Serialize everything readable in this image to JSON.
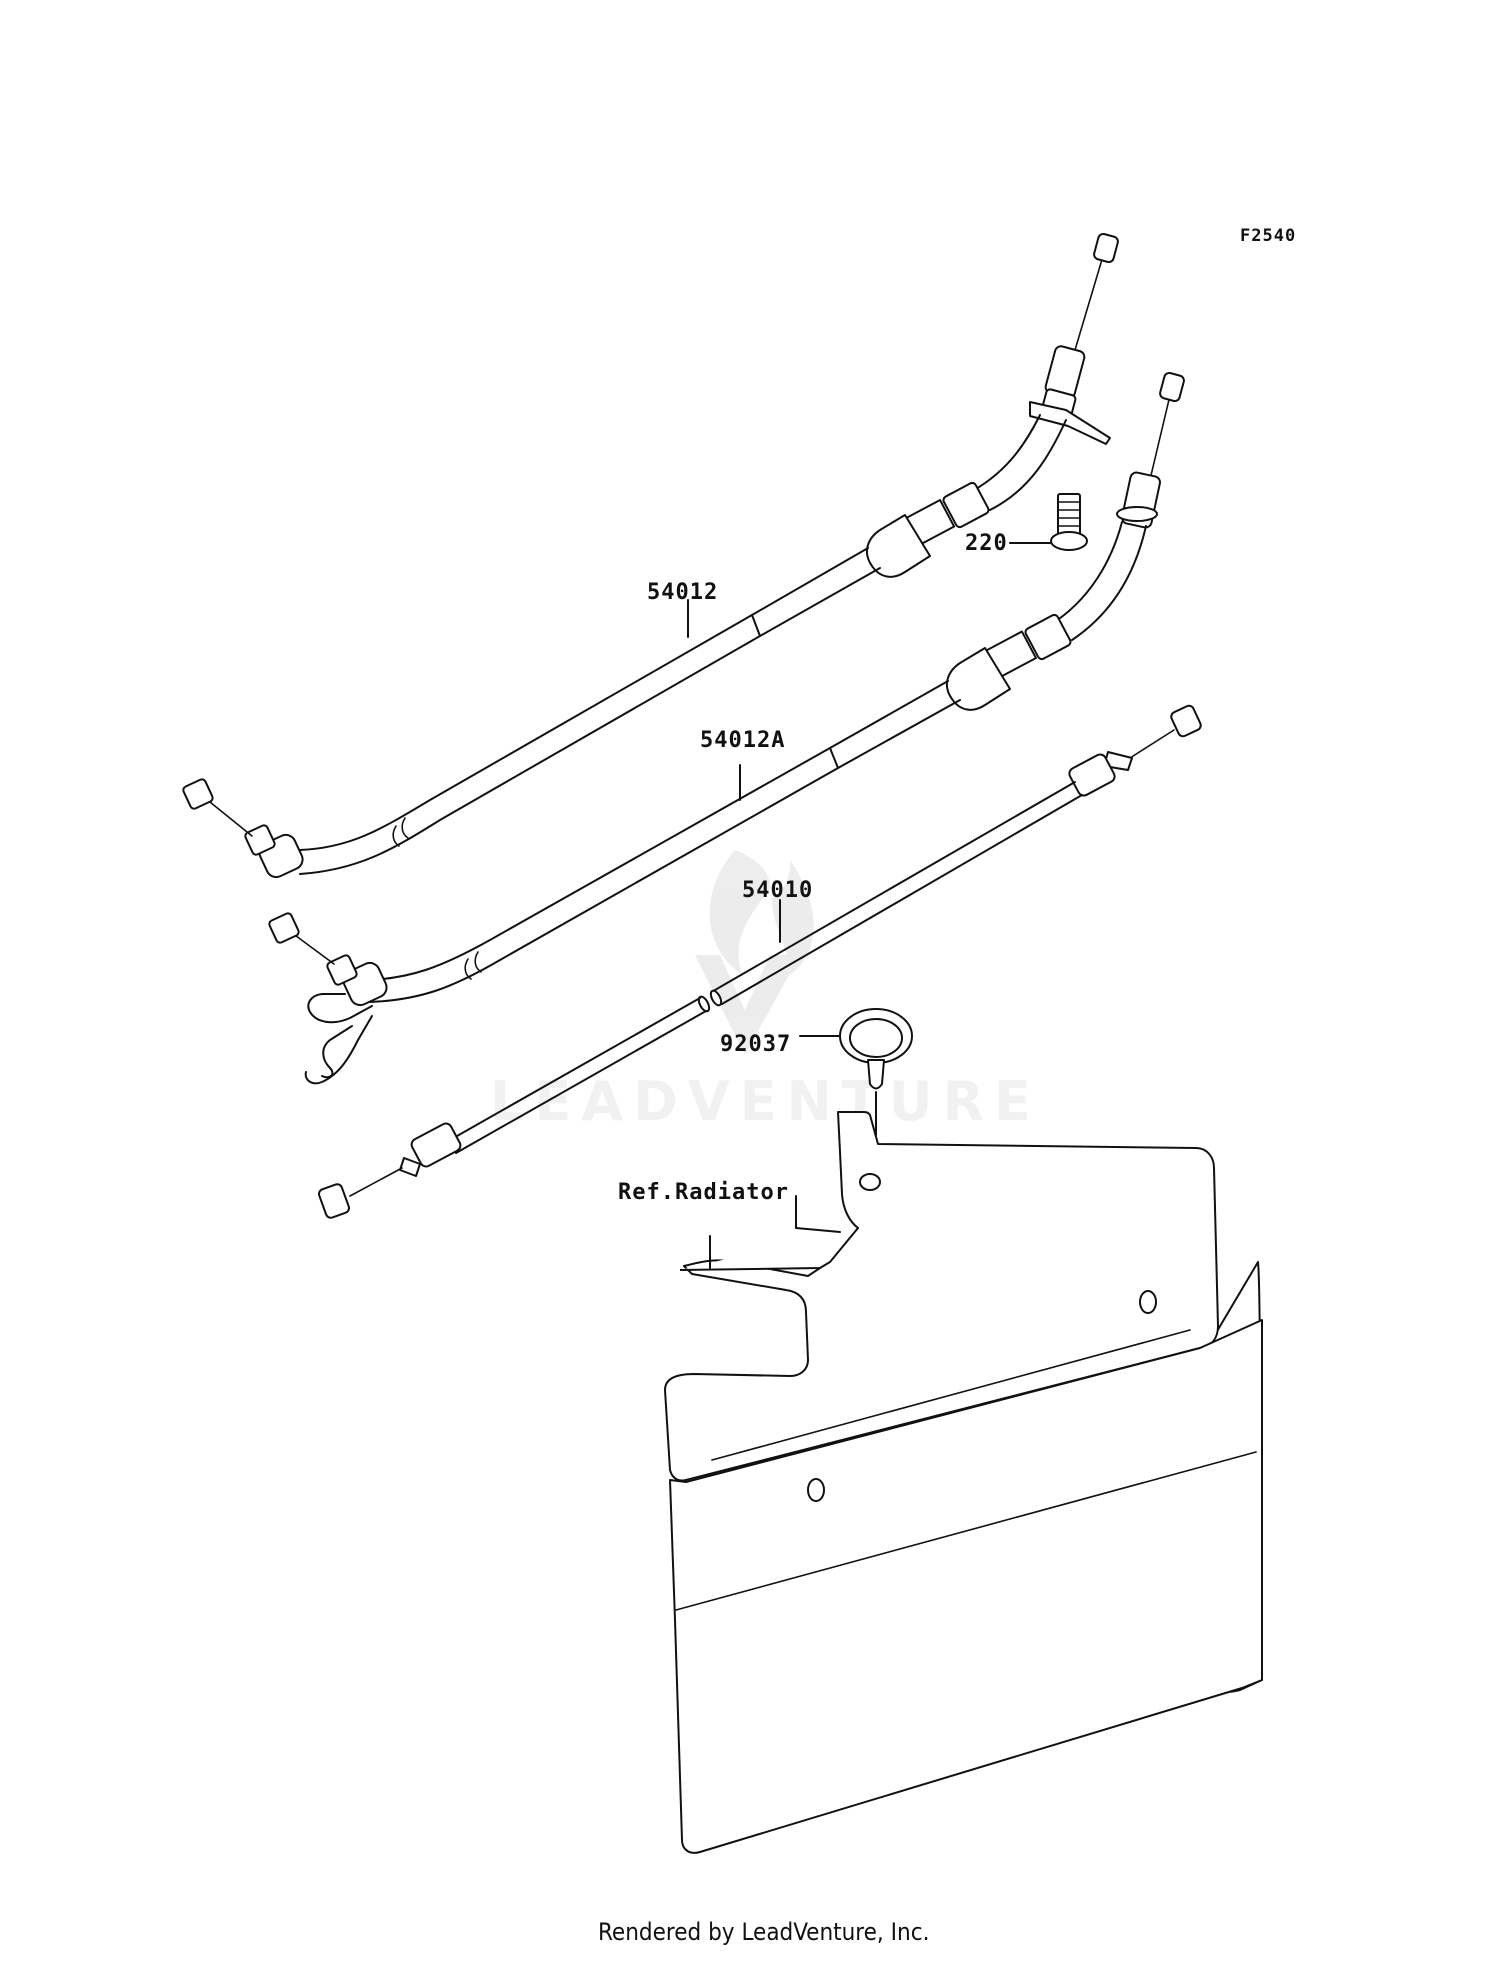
{
  "figure_code": "F2540",
  "watermark": "LEADVENTURE",
  "footer": "Rendered by LeadVenture, Inc.",
  "callouts": {
    "p54012": "54012",
    "p220": "220",
    "p54012a": "54012A",
    "p54010": "54010",
    "p92037": "92037",
    "ref_radiator": "Ref.Radiator"
  }
}
